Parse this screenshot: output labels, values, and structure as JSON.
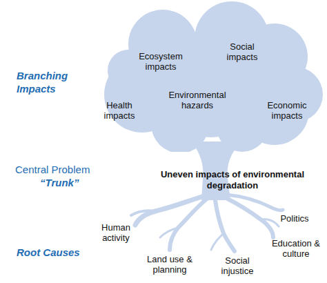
{
  "diagram": {
    "nodes": [
      {
        "text": [
          "Ecosystem impacts",
          "Social impacts",
          "Health impacts",
          "Environmental hazards",
          "Economic impacts"
        ]
      }
    ],
    "labels": [
      "Branching Impacts",
      "Central Problem",
      "“Trunk”",
      "Uneven impacts of environmental degradation",
      "Root Causes",
      "Human activity",
      "Politics",
      "Land use & planning",
      "Social injustice",
      "Education & culture"
    ]
  }
}
